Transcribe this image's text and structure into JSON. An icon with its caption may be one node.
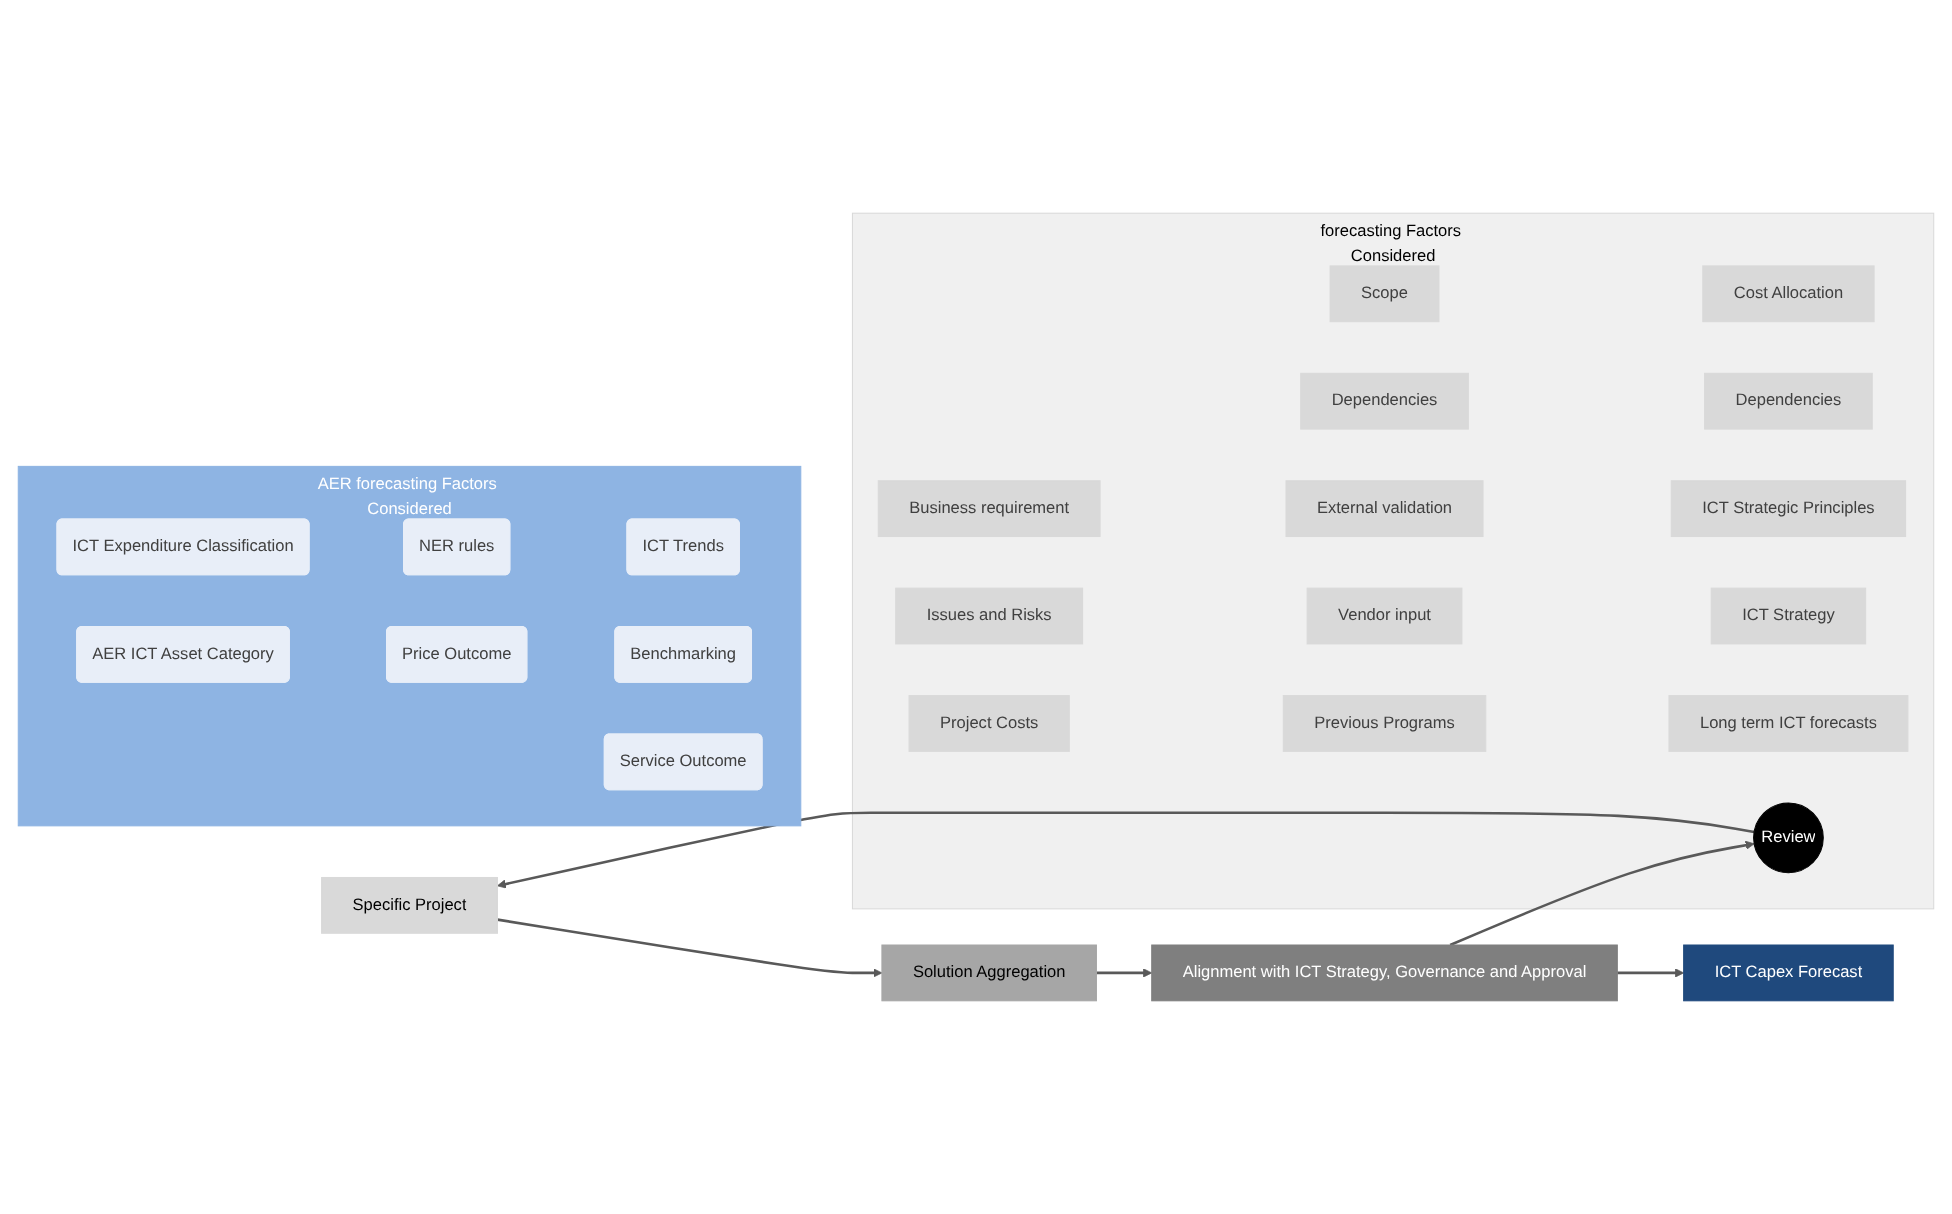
{
  "diagram": {
    "nodes": [
      {
        "text": [
          "AER forecasting Factors Considered"
        ]
      },
      {
        "text": [
          "ICT Expenditure Classification"
        ],
        "in": 0
      },
      {
        "text": [
          "AER ICT Asset Category"
        ],
        "in": 0
      },
      {
        "text": [
          "NER rules"
        ],
        "in": 0
      },
      {
        "text": [
          "Price Outcome"
        ],
        "in": 0
      },
      {
        "text": [
          "Service Outcome"
        ],
        "in": 0
      },
      {
        "text": [
          "ICT Trends"
        ],
        "in": 0
      },
      {
        "text": [
          "Benchmarking"
        ],
        "in": 0
      },
      {
        "text": [
          "Specific Project"
        ]
      },
      {
        "text": [
          "Solution Aggregation"
        ]
      },
      {
        "text": [
          "Alignment with ICT Strategy, Governance and Approval"
        ]
      },
      {
        "text": [
          "ICT Capex Forecast"
        ]
      },
      {
        "text": [
          "forecasting Factors Considered"
        ]
      },
      {
        "text": [
          "Business requirement"
        ],
        "in": 12
      },
      {
        "text": [
          "Issues and Risks"
        ],
        "in": 12
      },
      {
        "text": [
          "Project Costs"
        ],
        "in": 12
      },
      {
        "text": [
          "Scope"
        ],
        "in": 12
      },
      {
        "text": [
          "Dependencies"
        ],
        "in": 12
      },
      {
        "text": [
          "External validation"
        ],
        "in": 12
      },
      {
        "text": [
          "Vendor input"
        ],
        "in": 12
      },
      {
        "text": [
          "Previous Programs"
        ],
        "in": 12
      },
      {
        "text": [
          "Cost Allocation"
        ],
        "in": 12
      },
      {
        "text": [
          "Dependencies"
        ],
        "in": 12
      },
      {
        "text": [
          "ICT Strategic Principles"
        ],
        "in": 12
      },
      {
        "text": [
          "ICT Strategy"
        ],
        "in": 12
      },
      {
        "text": [
          "Long term ICT forecasts"
        ],
        "in": 12
      },
      {
        "text": [
          "Review"
        ],
        "in": 12
      }
    ],
    "edges": [
      {
        "from": 8,
        "to": 9,
        "arrow": "to"
      },
      {
        "from": 9,
        "to": 10,
        "arrow": "to"
      },
      {
        "from": 10,
        "to": 11,
        "arrow": "to"
      },
      {
        "from": 10,
        "to": 26,
        "arrow": "to"
      },
      {
        "from": 26,
        "to": 8,
        "arrow": "to"
      }
    ]
  }
}
